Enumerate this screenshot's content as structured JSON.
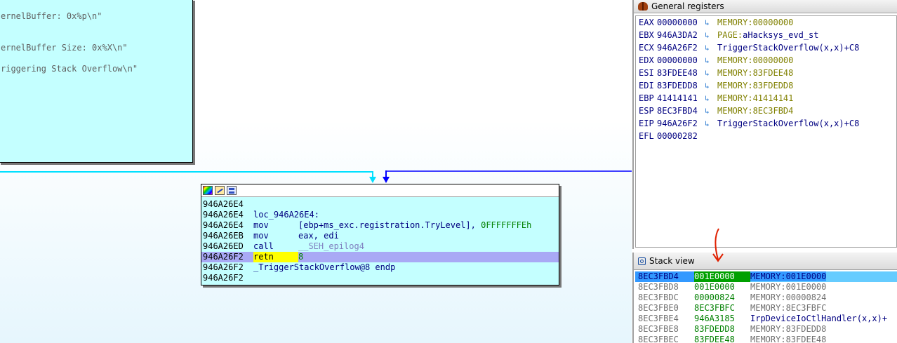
{
  "top_block": {
    "lines": [
      "ernelBuffer: 0x%p\\n\"",
      "ernelBuffer Size: 0x%X\\n\"",
      "riggering Stack Overflow\\n\""
    ]
  },
  "code_block": {
    "rows": [
      {
        "addr": "946A26E4",
        "text": ""
      },
      {
        "addr": "946A26E4",
        "label": "loc_946A26E4:"
      },
      {
        "addr": "946A26E4",
        "mnem": "mov",
        "op1": "[ebp+ms_exc.registration.TryLevel], ",
        "op2": "0FFFFFFFEh"
      },
      {
        "addr": "946A26EB",
        "mnem": "mov",
        "op1": "eax, edi"
      },
      {
        "addr": "946A26ED",
        "mnem": "call",
        "op1": "__SEH_epilog4"
      },
      {
        "addr": "946A26F2",
        "mnem": "retn",
        "op2": "8"
      },
      {
        "addr": "946A26F2",
        "label": "_TriggerStackOverflow@8 endp"
      },
      {
        "addr": "946A26F2",
        "text": ""
      }
    ]
  },
  "registers": {
    "title": "General registers",
    "rows": [
      {
        "name": "EAX",
        "value": "00000000",
        "desc": "MEMORY:00000000",
        "kind": "mem"
      },
      {
        "name": "EBX",
        "value": "946A3DA2",
        "prefix": "PAGE:",
        "desc": "aHacksys_evd_st",
        "kind": "page"
      },
      {
        "name": "ECX",
        "value": "946A26F2",
        "desc": "TriggerStackOverflow(x,x)+C8",
        "kind": "sym"
      },
      {
        "name": "EDX",
        "value": "00000000",
        "desc": "MEMORY:00000000",
        "kind": "mem"
      },
      {
        "name": "ESI",
        "value": "83FDEE48",
        "desc": "MEMORY:83FDEE48",
        "kind": "mem"
      },
      {
        "name": "EDI",
        "value": "83FDEDD8",
        "desc": "MEMORY:83FDEDD8",
        "kind": "mem"
      },
      {
        "name": "EBP",
        "value": "41414141",
        "desc": "MEMORY:41414141",
        "kind": "mem"
      },
      {
        "name": "ESP",
        "value": "8EC3FBD4",
        "desc": "MEMORY:8EC3FBD4",
        "kind": "mem"
      },
      {
        "name": "EIP",
        "value": "946A26F2",
        "desc": "TriggerStackOverflow(x,x)+C8",
        "kind": "sym"
      },
      {
        "name": "EFL",
        "value": "00000282",
        "desc": "",
        "kind": "none"
      }
    ]
  },
  "stack": {
    "title": "Stack view",
    "rows": [
      {
        "addr": "8EC3FBD4",
        "value": "001E0000",
        "desc": "MEMORY:001E0000",
        "selected": true
      },
      {
        "addr": "8EC3FBD8",
        "value": "001E0000",
        "desc": "MEMORY:001E0000"
      },
      {
        "addr": "8EC3FBDC",
        "value": "00000824",
        "desc": "MEMORY:00000824"
      },
      {
        "addr": "8EC3FBE0",
        "value": "8EC3FBFC",
        "desc": "MEMORY:8EC3FBFC"
      },
      {
        "addr": "8EC3FBE4",
        "value": "946A3185",
        "desc": "IrpDeviceIoCtlHandler(x,x)+",
        "sym": true
      },
      {
        "addr": "8EC3FBE8",
        "value": "83FDEDD8",
        "desc": "MEMORY:83FDEDD8"
      },
      {
        "addr": "8EC3FBEC",
        "value": "83FDEE48",
        "desc": "MEMORY:83FDEE48"
      }
    ]
  },
  "colors": {
    "node_bg": "#c4ffff",
    "edge_cyan": "#00e0ff",
    "edge_blue": "#0000ff",
    "selected_line": "#a9a9f5",
    "annotation": "#e02000"
  },
  "icons": [
    "color-palette-icon",
    "edit-icon",
    "graph-view-icon",
    "bug-icon",
    "stack-view-icon",
    "register-arrow-icon"
  ]
}
